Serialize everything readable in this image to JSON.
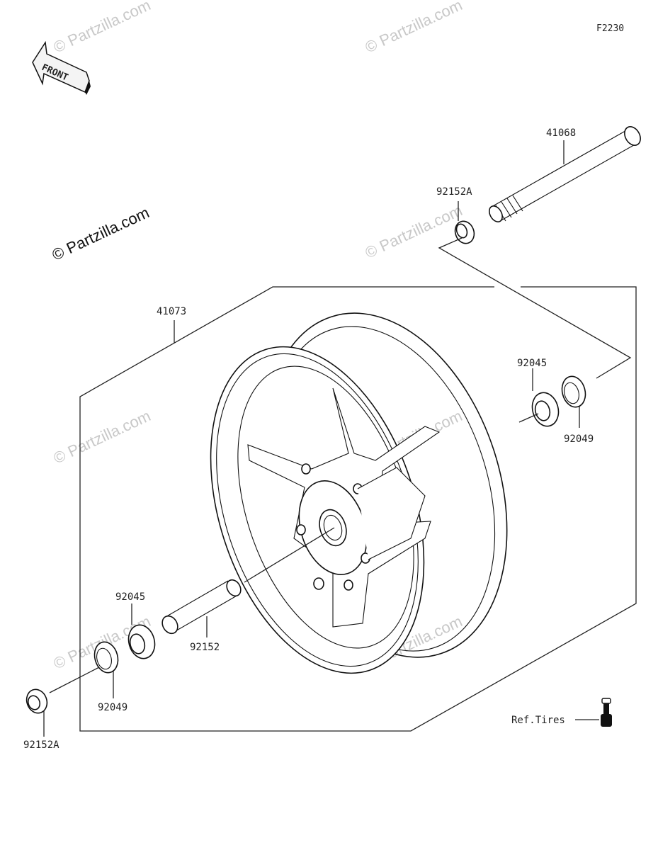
{
  "diagram_code": "F2230",
  "front_label": "FRONT",
  "watermark": "© Partzilla.com",
  "parts": {
    "axle": "41068",
    "collar_upper": "92152A",
    "wheel": "41073",
    "bearing_right": "92045",
    "seal_right": "92049",
    "bearing_left": "92045",
    "spacer": "92152",
    "seal_left": "92049",
    "collar_lower": "92152A",
    "valve": "Ref.Tires"
  }
}
